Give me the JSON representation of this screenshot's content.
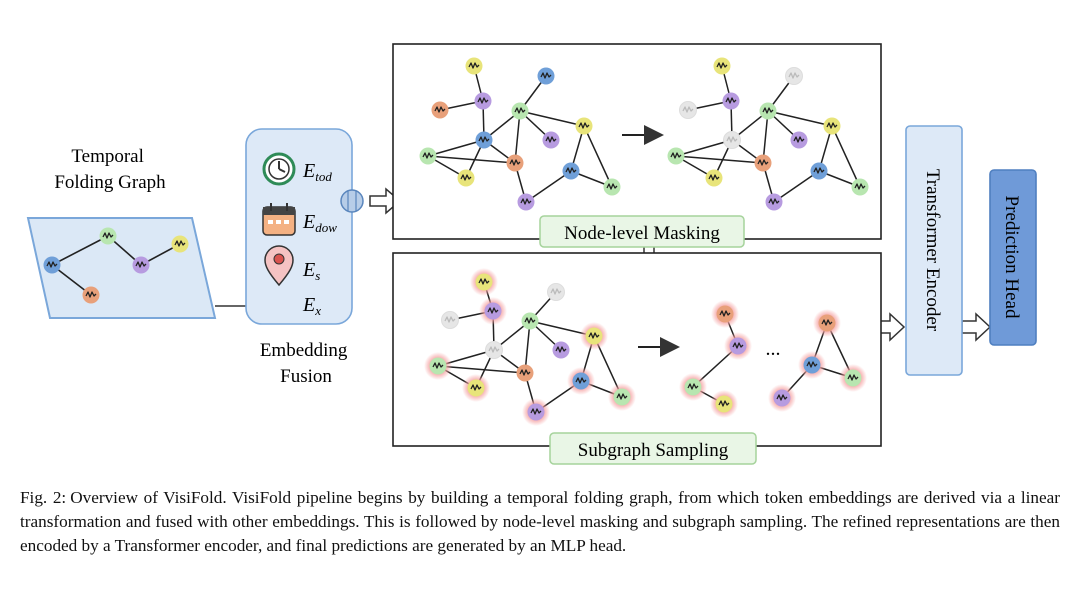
{
  "figure": {
    "temporal_graph_title": "Temporal\nFolding Graph",
    "embedding": {
      "items": [
        {
          "base": "E",
          "sub": "tod",
          "icon": "clock-icon"
        },
        {
          "base": "E",
          "sub": "dow",
          "icon": "calendar-icon"
        },
        {
          "base": "E",
          "sub": "s",
          "icon": "map-pin-icon"
        },
        {
          "base": "E",
          "sub": "x",
          "icon": "none"
        }
      ],
      "label": "Embedding\nFusion"
    },
    "masking_label": "Node-level Masking",
    "sampling_label": "Subgraph Sampling",
    "ellipsis": "...",
    "transformer_label": "Transformer Encoder",
    "prediction_label": "Prediction Head",
    "colors": {
      "green": "#b8e6b0",
      "yellow": "#e8e47a",
      "purple": "#b79be0",
      "blue": "#6f9fd8",
      "orange": "#e8a07a",
      "faded": "#e6e6e6",
      "label_box_fill": "#e9f6e6",
      "label_box_stroke": "#a6d39c",
      "panel_fill": "#dde9f7",
      "panel_stroke": "#7aa7da",
      "prediction_fill": "#6f9ad8",
      "glow": "#f5a3a3"
    }
  },
  "caption": {
    "label": "Fig. 2:",
    "text": "Overview of VisiFold. VisiFold pipeline begins by building a temporal folding graph, from which token embeddings are derived via a linear transformation and fused with other embeddings. This is followed by node-level masking and subgraph sampling. The refined representations are then encoded by a Transformer encoder, and final predictions are generated by an MLP head."
  }
}
